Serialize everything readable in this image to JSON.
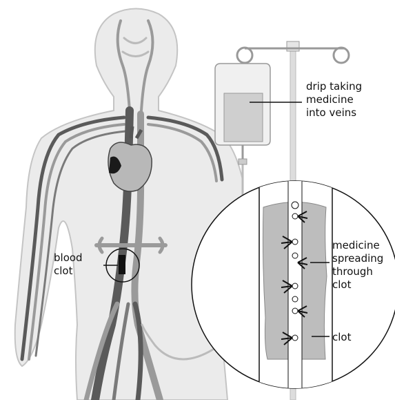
{
  "labels": {
    "drip": [
      "drip taking",
      "medicine",
      "into veins"
    ],
    "blood_clot": [
      "blood",
      "clot"
    ],
    "medicine_spreading": [
      "medicine",
      "spreading",
      "through",
      "clot"
    ],
    "clot": "clot"
  },
  "colors": {
    "body_fill": "#ebebeb",
    "body_outline": "#c4c4c4",
    "vessel_dark": "#5a5a5a",
    "vessel_light": "#9a9a9a",
    "heart": "#7a7a7a",
    "clot_fill": "#bdbdbd",
    "line": "#111111"
  }
}
